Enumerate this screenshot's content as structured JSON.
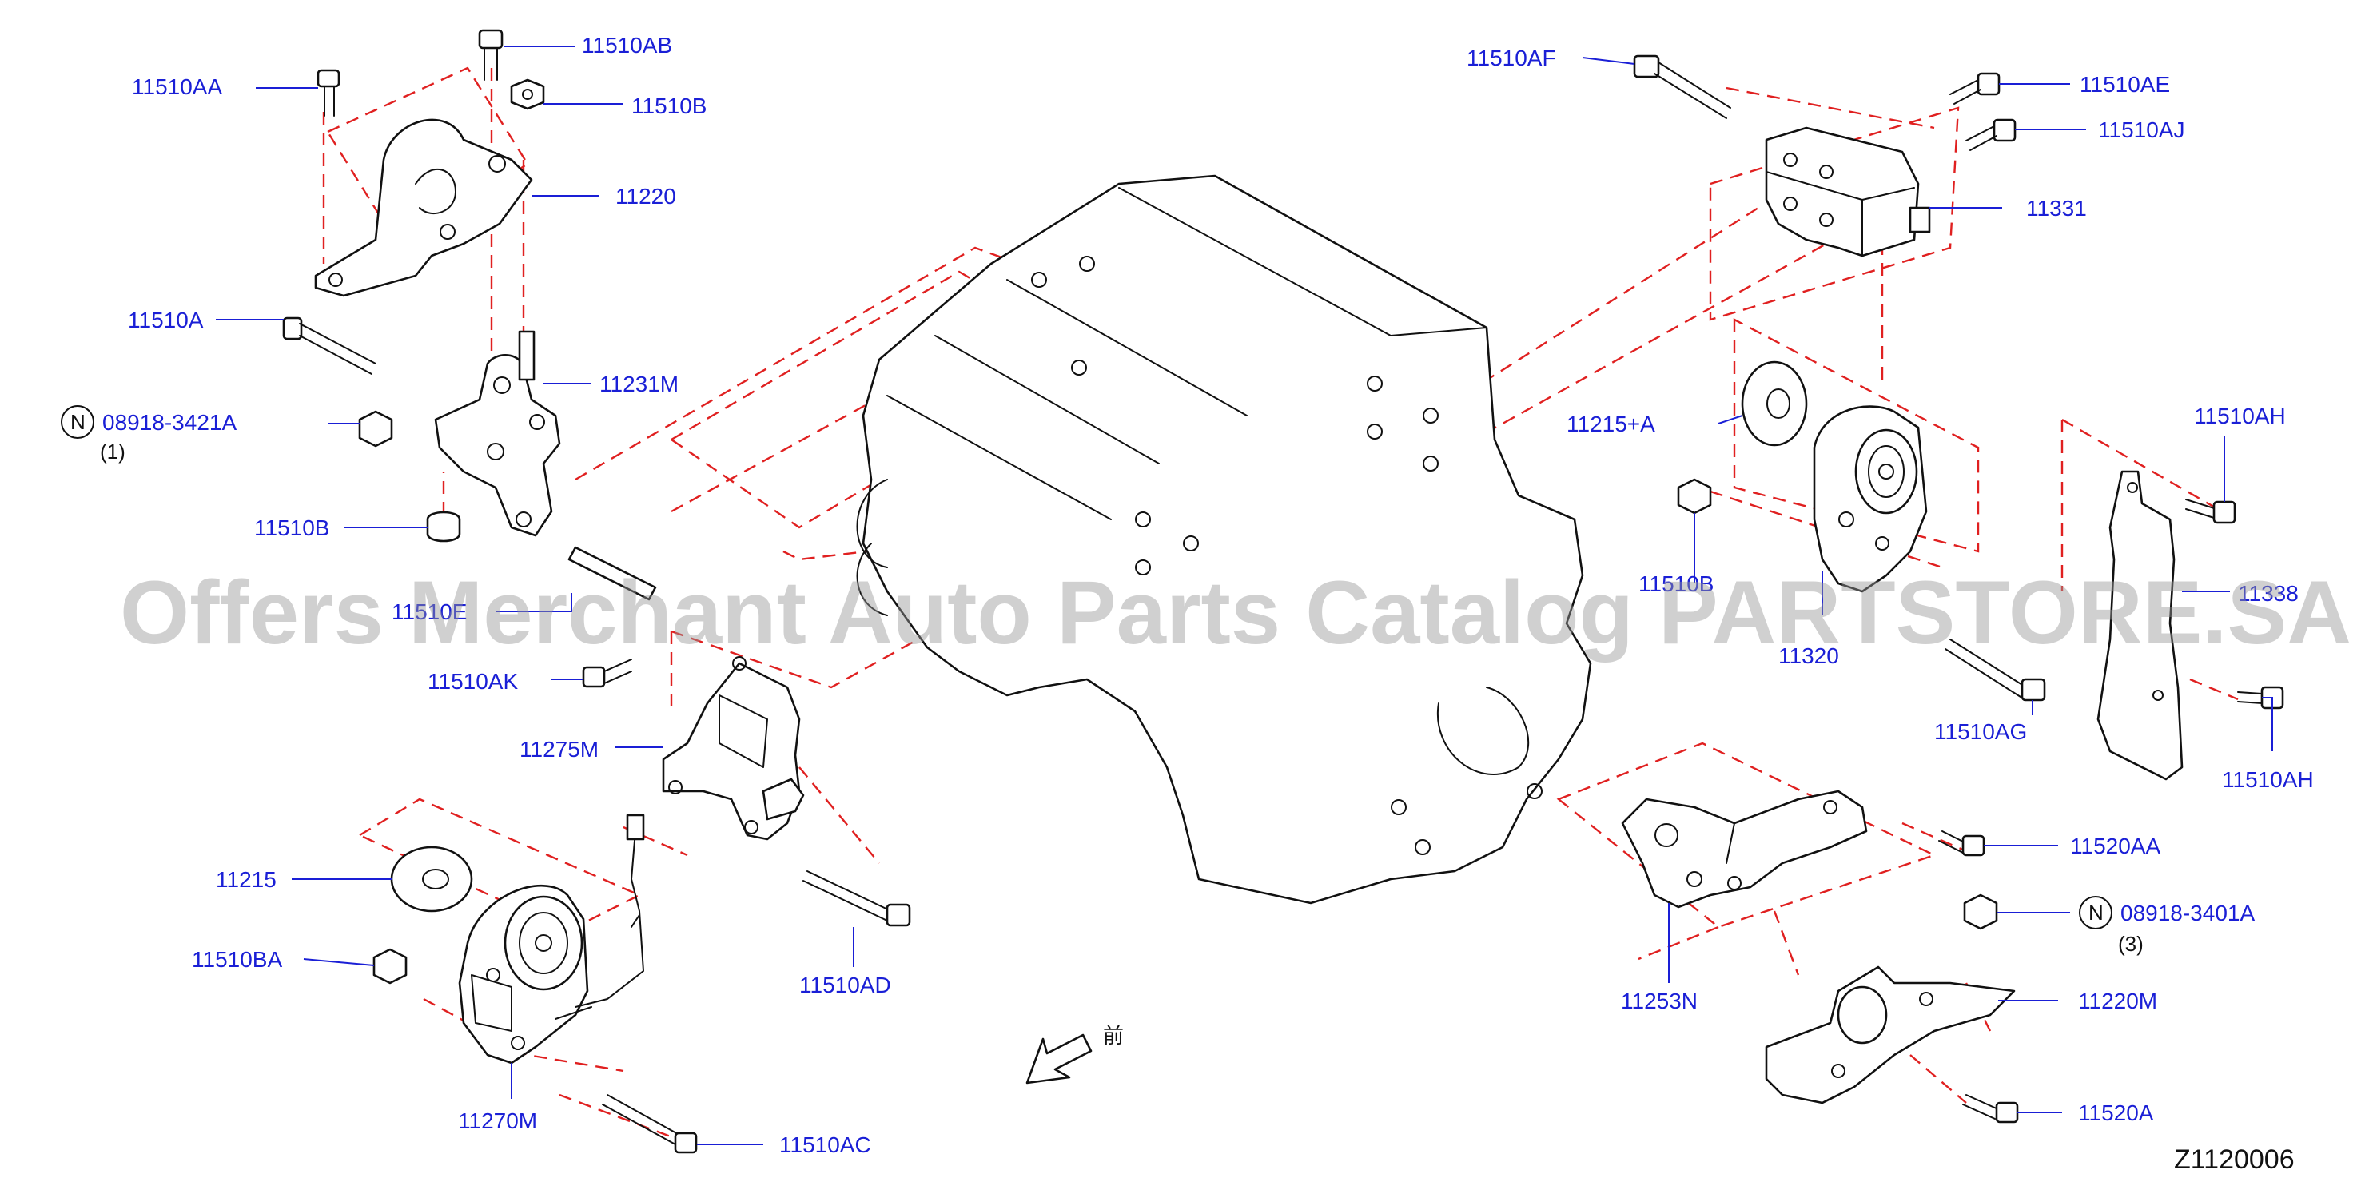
{
  "labels": {
    "p11510AA": "11510AA",
    "p11510AB": "11510AB",
    "p11510B_top": "11510B",
    "p11220": "11220",
    "p11510A": "11510A",
    "p11231M": "11231M",
    "p08918_3421A": "08918-3421A",
    "p08918_3421A_qty": "(1)",
    "p11510B_left": "11510B",
    "p11510E_partial": "11510E",
    "p11510AK": "11510AK",
    "p11275M": "11275M",
    "p11215": "11215",
    "p11510BA": "11510BA",
    "p11510AD": "11510AD",
    "p11270M": "11270M",
    "p11510AC": "11510AC",
    "p11510AF": "11510AF",
    "p11510AE": "11510AE",
    "p11510AJ": "11510AJ",
    "p11331": "11331",
    "p11215A": "11215+A",
    "p11510B_right": "11510B",
    "p11320": "11320",
    "p11510AH_top": "11510AH",
    "p11338": "11338",
    "p11510AG": "11510AG",
    "p11510AH_bottom": "11510AH",
    "p11520AA": "11520AA",
    "p08918_3401A": "08918-3401A",
    "p08918_3401A_qty": "(3)",
    "p11253N": "11253N",
    "p11220M": "11220M",
    "p11520A": "11520A"
  },
  "nut_marker": "N",
  "front_marker": "前",
  "watermark": "Offers Merchant Auto Parts Catalog PARTSTORE.SA",
  "diagram_code": "Z1120006",
  "colors": {
    "label": "#1a1fd6",
    "dashed_line": "#e02020",
    "line_art": "#111111",
    "watermark": "#969696"
  }
}
